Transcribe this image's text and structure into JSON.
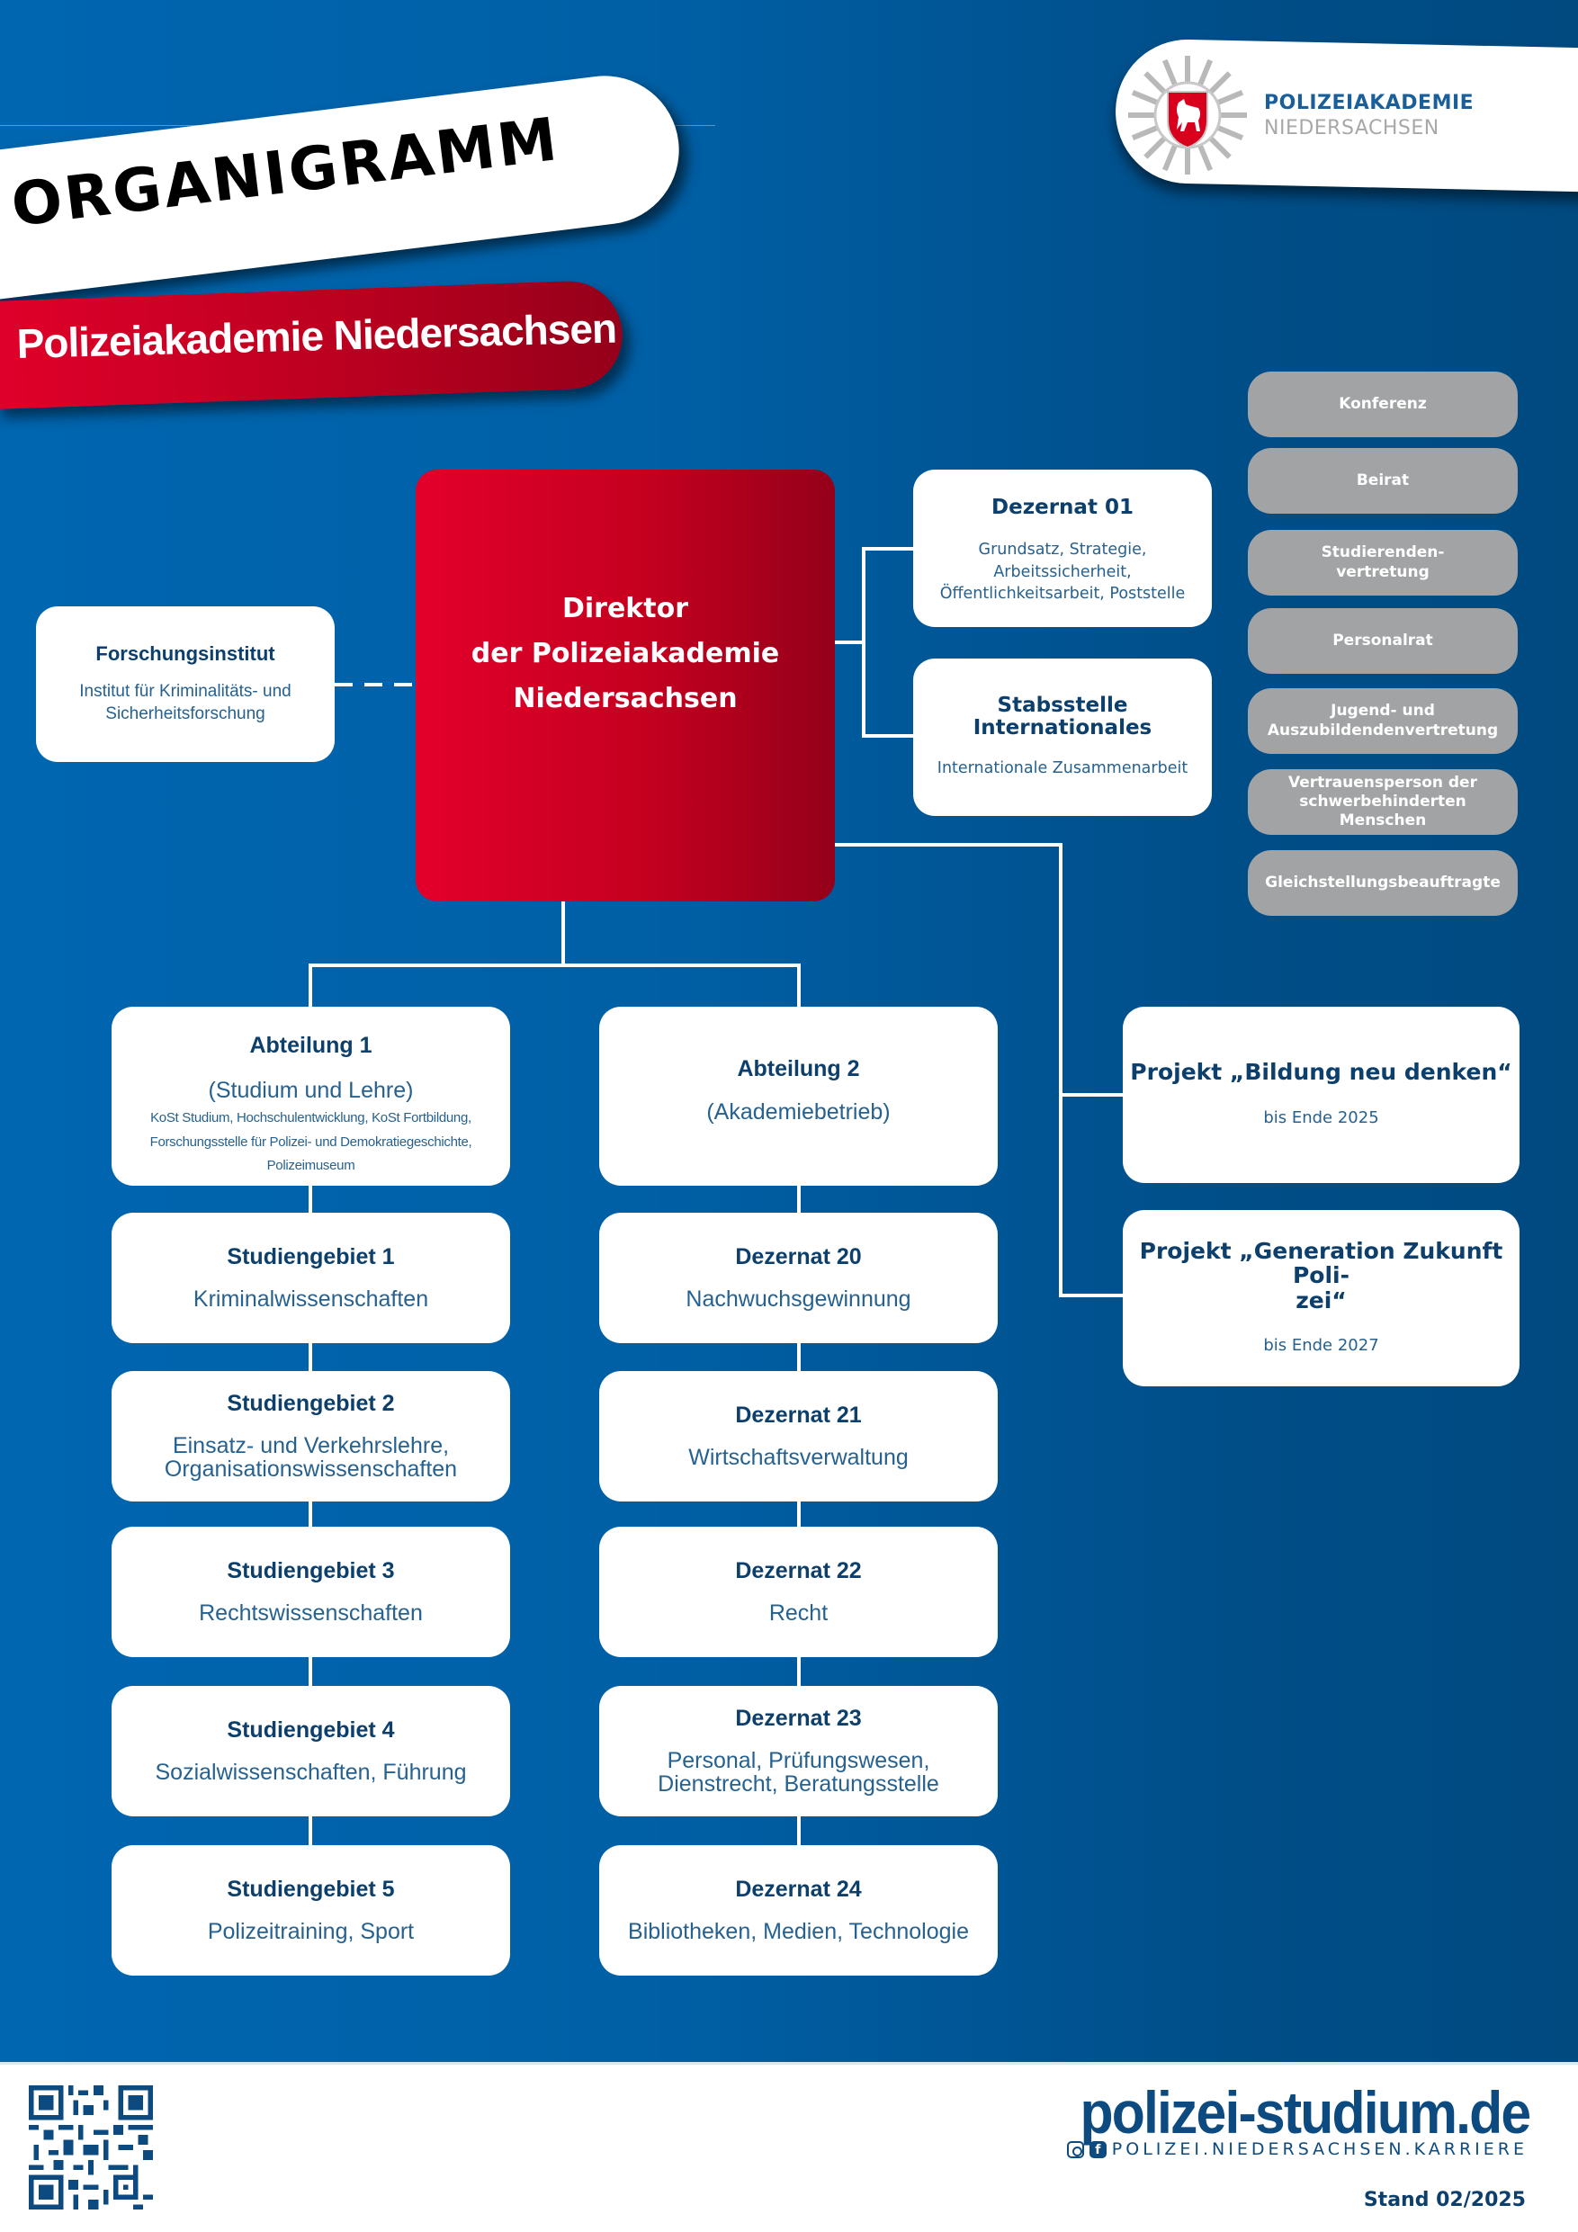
{
  "header": {
    "title": "ORGANIGRAMM",
    "subtitle": "Polizeiakademie Niedersachsen",
    "logo": {
      "line1": "POLIZEIAKADEMIE",
      "line2": "NIEDERSACHSEN",
      "icon": "police-star-horse-crest-icon"
    }
  },
  "colors": {
    "background_blue": "#0060a6",
    "director_red": "#c4001f",
    "box_text": "#0c3f6b",
    "gray_box": "#a1a3a5"
  },
  "director": {
    "line1": "Direktor",
    "line2": "der Polizeiakademie",
    "line3": "Niedersachsen"
  },
  "forschungsinstitut": {
    "title": "Forschungsinstitut",
    "line1": "Institut für Kriminalitäts- und",
    "line2": "Sicherheitsforschung"
  },
  "staff": [
    {
      "title": "Dezernat 01",
      "line1": "Grundsatz, Strategie, Arbeitssicherheit,",
      "line2": "Öffentlichkeitsarbeit, Poststelle"
    },
    {
      "title": "Stabsstelle Internationales",
      "line1": "Internationale Zusammenarbeit"
    }
  ],
  "committees": [
    {
      "line1": "Konferenz"
    },
    {
      "line1": "Beirat"
    },
    {
      "line1": "Studierenden-",
      "line2": "vertretung"
    },
    {
      "line1": "Personalrat"
    },
    {
      "line1": "Jugend- und",
      "line2": "Auszubildendenvertretung"
    },
    {
      "line1": "Vertrauensperson der",
      "line2": "schwerbehinderten Menschen"
    },
    {
      "line1": "Gleichstellungsbeauftragte"
    }
  ],
  "abteilung1": {
    "title": "Abteilung 1",
    "subtitle": "(Studium und Lehre)",
    "details": [
      "KoSt Studium, Hochschulentwicklung, KoSt Fortbildung,",
      "Forschungsstelle für Polizei- und Demokratiegeschichte,",
      "Polizeimuseum"
    ],
    "units": [
      {
        "title": "Studiengebiet 1",
        "line1": "Kriminalwissenschaften"
      },
      {
        "title": "Studiengebiet 2",
        "line1": "Einsatz- und Verkehrslehre,",
        "line2": "Organisationswissenschaften"
      },
      {
        "title": "Studiengebiet 3",
        "line1": "Rechtswissenschaften"
      },
      {
        "title": "Studiengebiet 4",
        "line1": "Sozialwissenschaften, Führung"
      },
      {
        "title": "Studiengebiet 5",
        "line1": "Polizeitraining, Sport"
      }
    ]
  },
  "abteilung2": {
    "title": "Abteilung 2",
    "subtitle": "(Akademiebetrieb)",
    "units": [
      {
        "title": "Dezernat 20",
        "line1": "Nachwuchsgewinnung"
      },
      {
        "title": "Dezernat 21",
        "line1": "Wirtschaftsverwaltung"
      },
      {
        "title": "Dezernat 22",
        "line1": "Recht"
      },
      {
        "title": "Dezernat 23",
        "line1": "Personal, Prüfungswesen,",
        "line2": "Dienstrecht, Beratungsstelle"
      },
      {
        "title": "Dezernat 24",
        "line1": "Bibliotheken, Medien, Technologie"
      }
    ]
  },
  "projects": [
    {
      "title": "Projekt „Bildung neu denken“",
      "line1": "bis Ende 2025"
    },
    {
      "title_line1": "Projekt „Generation Zukunft Poli-",
      "title_line2": "zei“",
      "line1": "bis Ende 2027"
    }
  ],
  "footer": {
    "qr_icon": "qr-code-icon",
    "website": "polizei-studium.de",
    "social_handle": "POLIZEI.NIEDERSACHSEN.KARRIERE",
    "social_icons": [
      "instagram-icon",
      "facebook-icon"
    ],
    "stand": "Stand 02/2025"
  }
}
